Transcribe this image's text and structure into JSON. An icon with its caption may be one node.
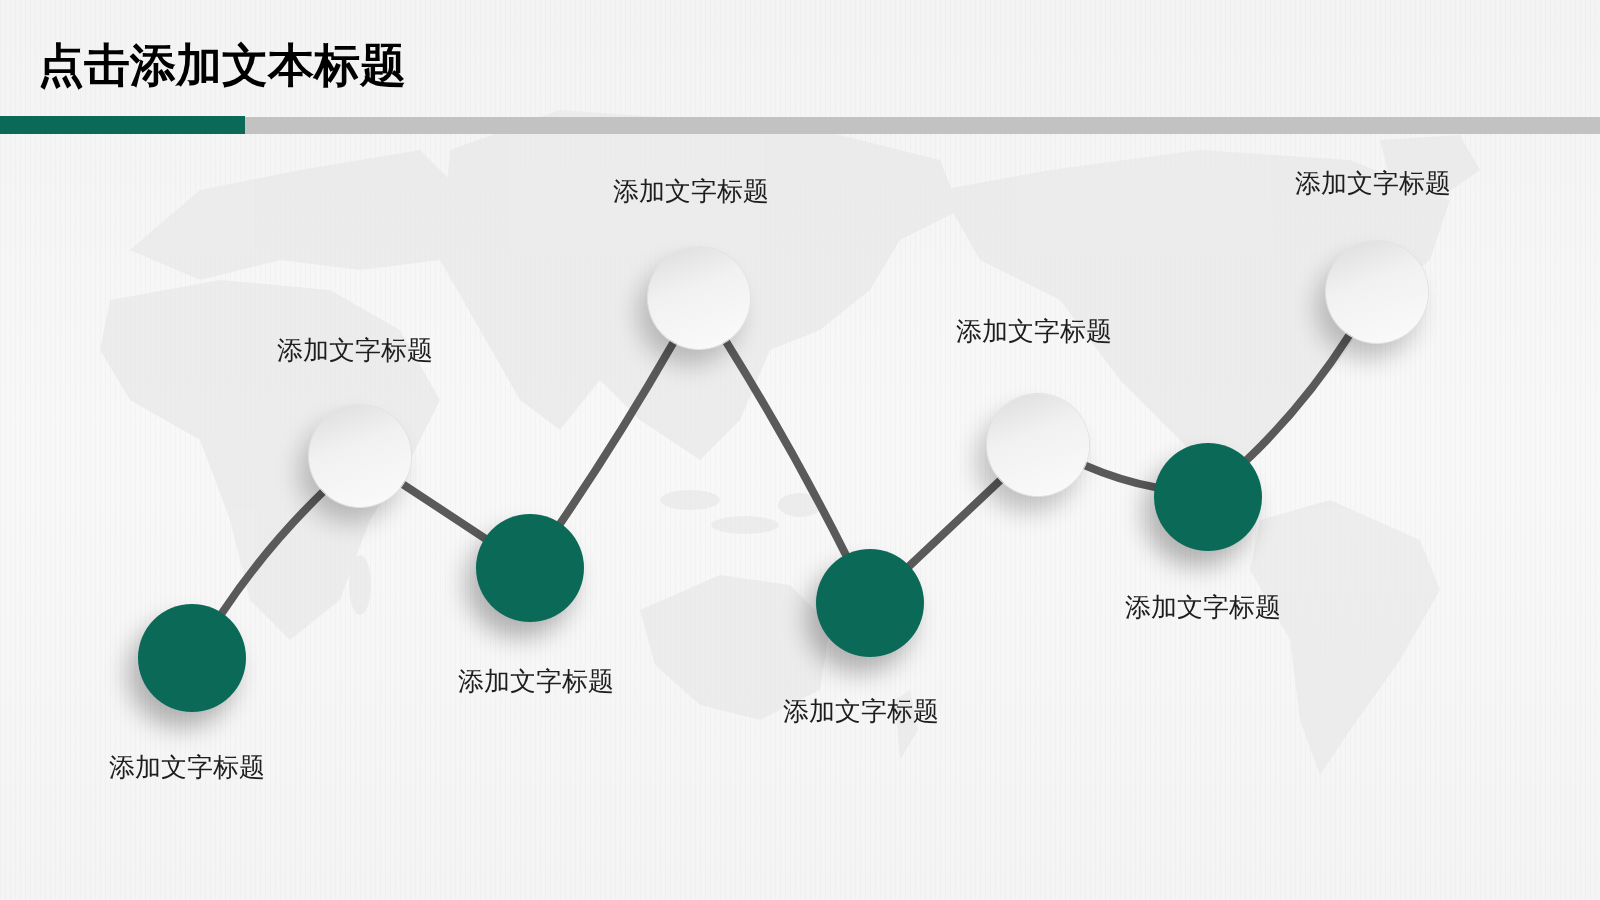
{
  "diagram": {
    "title": "点击添加文本标题",
    "nodes": [
      {
        "text": [],
        "shape": "circle",
        "beside": [
          "添加文字标题"
        ]
      },
      {
        "text": [],
        "shape": "circle",
        "beside": [
          "添加文字标题"
        ]
      },
      {
        "text": [],
        "shape": "circle",
        "beside": [
          "添加文字标题"
        ]
      },
      {
        "text": [],
        "shape": "circle",
        "beside": [
          "添加文字标题"
        ]
      },
      {
        "text": [],
        "shape": "circle",
        "beside": [
          "添加文字标题"
        ]
      },
      {
        "text": [],
        "shape": "circle",
        "beside": [
          "添加文字标题"
        ]
      },
      {
        "text": [],
        "shape": "circle",
        "beside": [
          "添加文字标题"
        ]
      },
      {
        "text": [],
        "shape": "circle",
        "beside": [
          "添加文字标题"
        ]
      }
    ],
    "edges": [
      {
        "from": 0,
        "to": 1,
        "arrow": "none"
      },
      {
        "from": 1,
        "to": 2,
        "arrow": "none"
      },
      {
        "from": 2,
        "to": 3,
        "arrow": "none"
      },
      {
        "from": 3,
        "to": 4,
        "arrow": "none"
      },
      {
        "from": 4,
        "to": 5,
        "arrow": "none"
      },
      {
        "from": 5,
        "to": 6,
        "arrow": "none"
      },
      {
        "from": 6,
        "to": 7,
        "arrow": "none"
      }
    ]
  }
}
